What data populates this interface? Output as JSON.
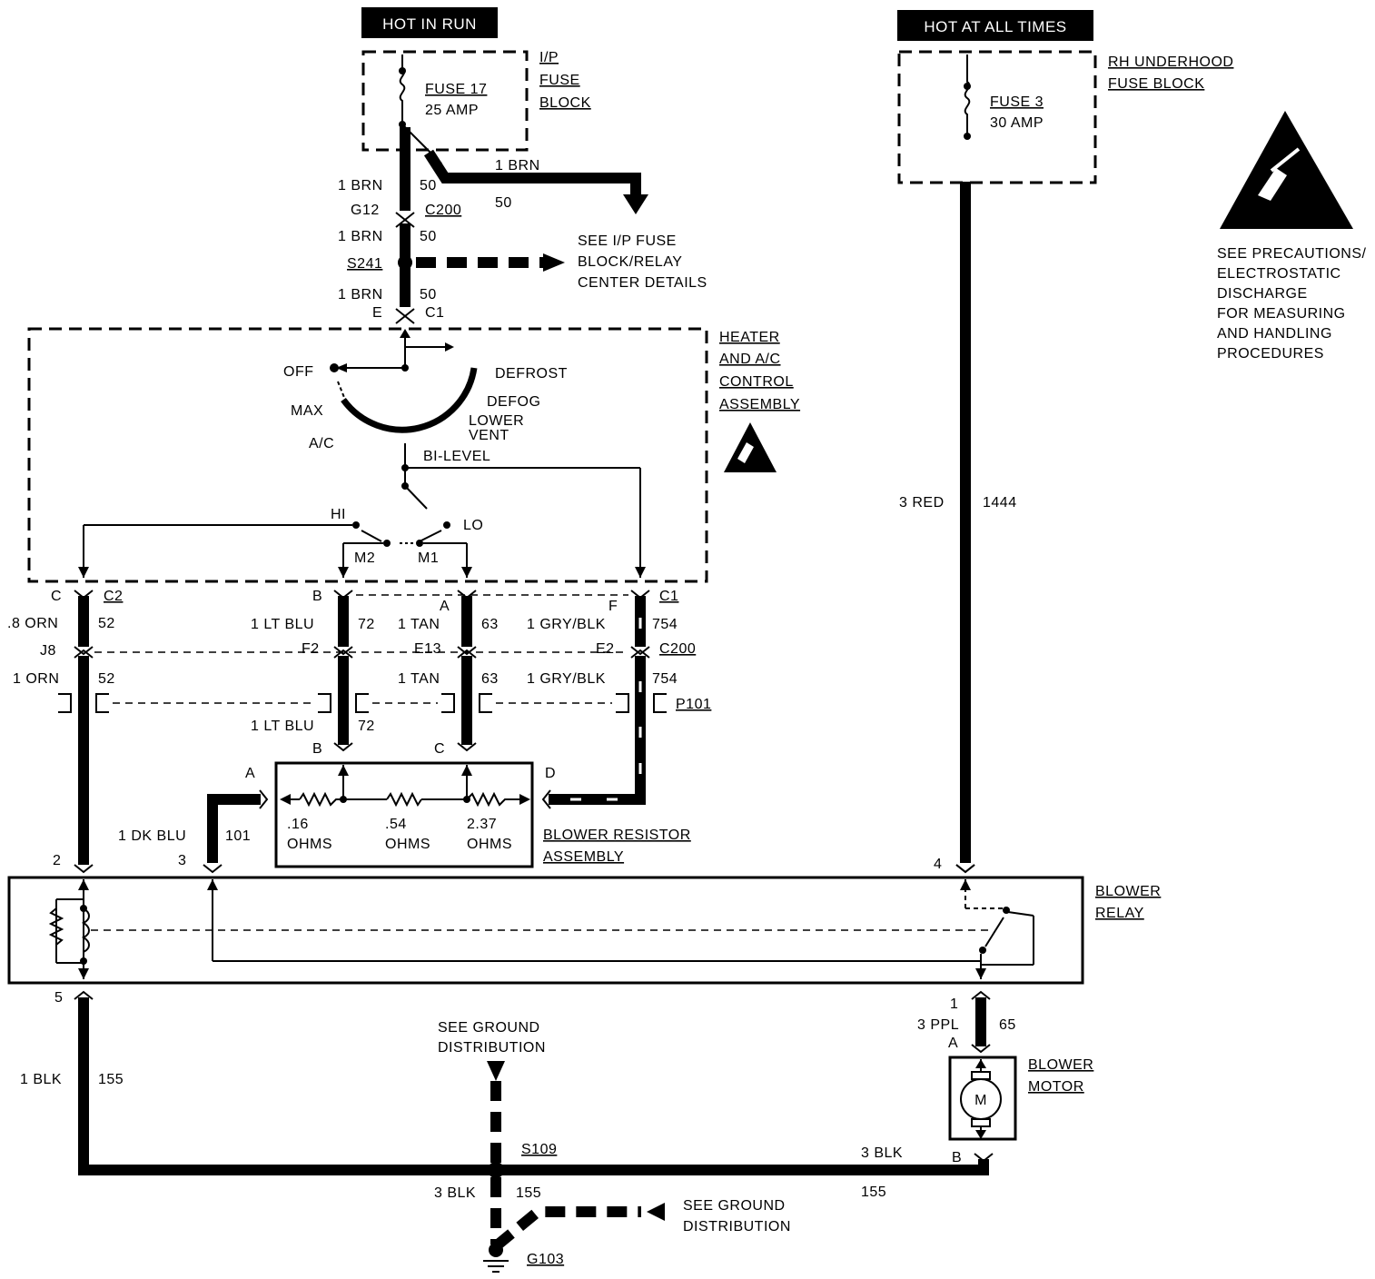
{
  "tabs": {
    "hot_in_run": "HOT IN RUN",
    "hot_at_all_times": "HOT AT ALL TIMES"
  },
  "ip_fuse_block": {
    "l1": "I/P",
    "l2": "FUSE",
    "l3": "BLOCK",
    "fuse_name": "FUSE 17",
    "fuse_rating": "25 AMP"
  },
  "rh_fuse_block": {
    "l1": "RH UNDERHOOD",
    "l2": "FUSE BLOCK",
    "fuse_name": "FUSE 3",
    "fuse_rating": "30 AMP"
  },
  "esd_note": [
    "SEE PRECAUTIONS/",
    "ELECTROSTATIC",
    "DISCHARGE",
    "FOR MEASURING",
    "AND HANDLING",
    "PROCEDURES"
  ],
  "brn_branch": {
    "wire": "1 BRN",
    "circuit": "50"
  },
  "upper_feed": {
    "w1": "1 BRN",
    "c1": "50",
    "g12": "G12",
    "c200": "C200",
    "w2": "1 BRN",
    "c2": "50",
    "s241": "S241",
    "see": [
      "SEE I/P FUSE",
      "BLOCK/RELAY",
      "CENTER DETAILS"
    ],
    "w3": "1 BRN",
    "c3": "50",
    "e": "E",
    "conn": "C1"
  },
  "control": {
    "title": [
      "HEATER",
      "AND A/C",
      "CONTROL",
      "ASSEMBLY"
    ],
    "off": "OFF",
    "defrost": "DEFROST",
    "defog": "DEFOG",
    "max": "MAX",
    "lower": "LOWER",
    "vent": "VENT",
    "ac": "A/C",
    "bilevel": "BI-LEVEL",
    "hi": "HI",
    "lo": "LO",
    "m2": "M2",
    "m1": "M1"
  },
  "mid": {
    "c": "C",
    "c2": "C2",
    "b": "B",
    "a": "A",
    "f": "F",
    "c1": "C1",
    "orn8": ".8 ORN",
    "n52": "52",
    "ltblu": "1 LT BLU",
    "n72": "72",
    "tan": "1 TAN",
    "n63": "63",
    "gryblk": "1 GRY/BLK",
    "n754": "754",
    "j8": "J8",
    "f2": "F2",
    "e13": "E13",
    "e2": "E2",
    "c200": "C200",
    "orn1": "1 ORN",
    "n52b": "52",
    "tan2": "1 TAN",
    "n63b": "63",
    "gryblk2": "1 GRY/BLK",
    "n754b": "754",
    "p101": "P101",
    "ltblu2": "1 LT BLU",
    "n72b": "72",
    "pb": "B",
    "pc": "C"
  },
  "resistor": {
    "a": "A",
    "d": "D",
    "r1": ".16",
    "r2": ".54",
    "r3": "2.37",
    "ohms": "OHMS",
    "title1": "BLOWER RESISTOR",
    "title2": "ASSEMBLY",
    "dkblu": "1 DK BLU",
    "n101": "101"
  },
  "relay": {
    "pin2": "2",
    "pin3": "3",
    "pin4": "4",
    "pin5": "5",
    "pin1": "1",
    "title1": "BLOWER",
    "title2": "RELAY"
  },
  "red_wire": {
    "wire": "3 RED",
    "circuit": "1444"
  },
  "motor": {
    "ppl": "3 PPL",
    "n65": "65",
    "a": "A",
    "b": "B",
    "m": "M",
    "title1": "BLOWER",
    "title2": "MOTOR"
  },
  "ground": {
    "blk1": "1 BLK",
    "n155": "155",
    "see1": [
      "SEE GROUND",
      "DISTRIBUTION"
    ],
    "s109": "S109",
    "blk3": "3 BLK",
    "n155b": "155",
    "blk3b": "3 BLK",
    "n155c": "155",
    "see2": [
      "SEE GROUND",
      "DISTRIBUTION"
    ],
    "g103": "G103"
  }
}
